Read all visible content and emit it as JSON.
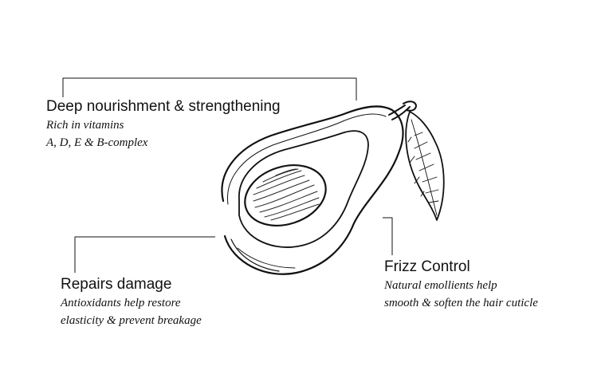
{
  "colors": {
    "ink": "#111111",
    "background": "#ffffff"
  },
  "illustration": {
    "name": "avocado-illustration"
  },
  "features": [
    {
      "title": "Deep nourishment & strengthening",
      "lines": [
        "Rich in vitamins",
        "A, D, E & B-complex"
      ]
    },
    {
      "title": "Repairs damage",
      "lines": [
        "Antioxidants help restore",
        "elasticity & prevent breakage"
      ]
    },
    {
      "title": "Frizz Control",
      "lines": [
        "Natural emollients help",
        "smooth & soften the hair cuticle"
      ]
    }
  ]
}
